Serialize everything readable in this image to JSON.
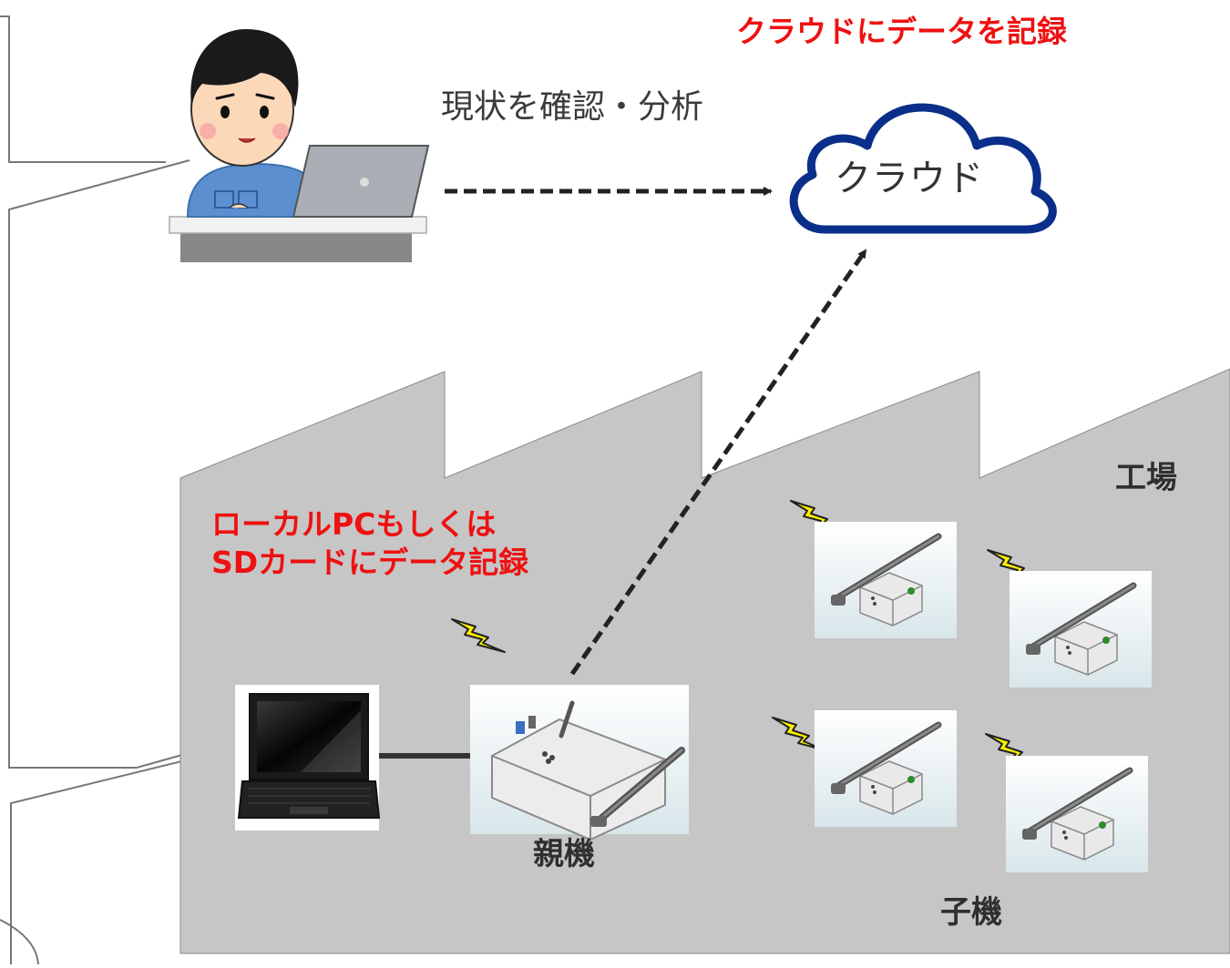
{
  "texts": {
    "cloud_title": "クラウドにデータを記録",
    "analysis": "現状を確認・分析",
    "cloud": "クラウド",
    "local_title": "ローカルPCもしくは\nSDカードにデータ記録",
    "factory": "工場",
    "parent": "親機",
    "child": "子機"
  },
  "colors": {
    "highlight_red": "#ee1111",
    "factory_gray": "#c6c6c6",
    "cloud_blue": "#0a2f8a",
    "lightning_yellow": "#fff000",
    "arrow_dark": "#222222"
  },
  "icons": {
    "operator": "person-at-laptop-icon",
    "cloud": "cloud-icon",
    "signal": "lightning-icon",
    "local_pc": "laptop-icon",
    "parent_device": "gateway-device-icon",
    "child_device": "sensor-node-icon"
  }
}
